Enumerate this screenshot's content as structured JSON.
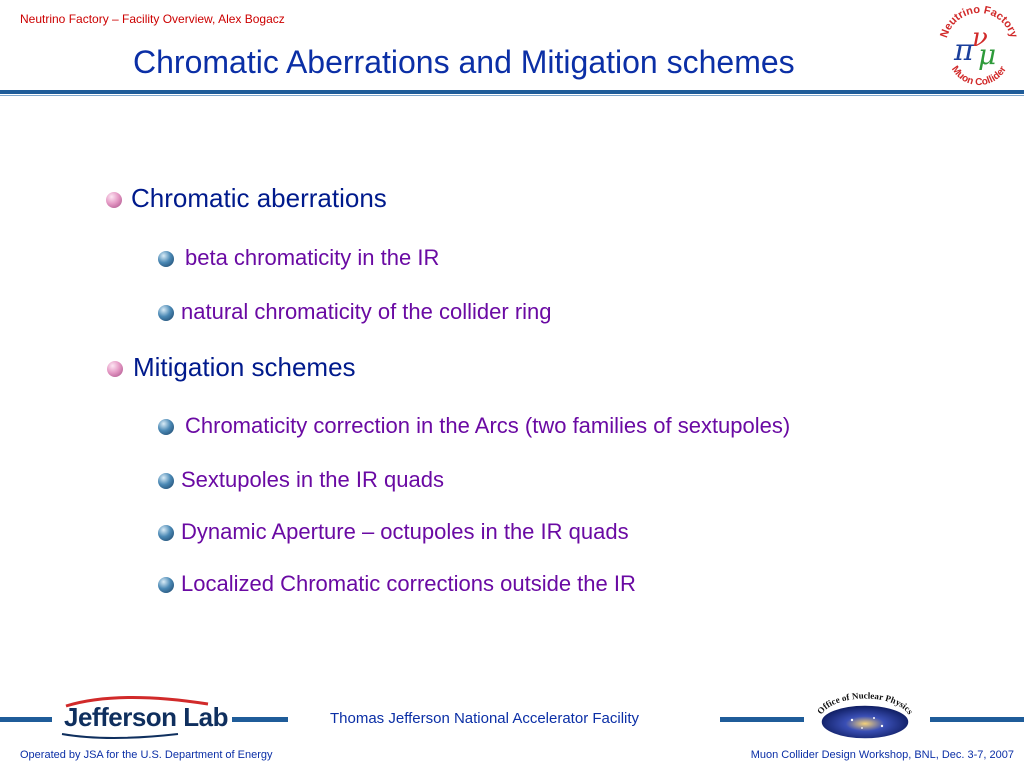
{
  "header": {
    "subtitle": "Neutrino Factory – Facility Overview, Alex Bogacz",
    "title": "Chromatic Aberrations and Mitigation schemes",
    "logo_ring_text_top": "Neutrino Factory",
    "logo_ring_text_bottom": "Muon Collider",
    "logo_symbols": [
      "π",
      "ν",
      "μ"
    ]
  },
  "content": {
    "sections": [
      {
        "label": "Chromatic aberrations",
        "items": [
          "beta chromaticity in the IR",
          "natural chromaticity of the collider ring"
        ]
      },
      {
        "label": "Mitigation schemes",
        "items": [
          "Chromaticity correction in the Arcs (two families of sextupoles)",
          "Sextupoles in the IR quads",
          "Dynamic Aperture – octupoles in the IR quads",
          "Localized Chromatic corrections outside the IR"
        ]
      }
    ]
  },
  "footer": {
    "jlab_logo_text": "Jefferson Lab",
    "facility": "Thomas Jefferson National Accelerator Facility",
    "np_logo_text": "Office of Nuclear Physics",
    "operated_by": "Operated by JSA for the U.S. Department of Energy",
    "workshop": "Muon Collider Design Workshop, BNL, Dec. 3-7, 2007"
  },
  "colors": {
    "title": "#0b2fa6",
    "header_subtitle": "#cc0000",
    "rule": "#1f5c99",
    "level1_text": "#001a8c",
    "level2_text": "#6a0aa3"
  }
}
